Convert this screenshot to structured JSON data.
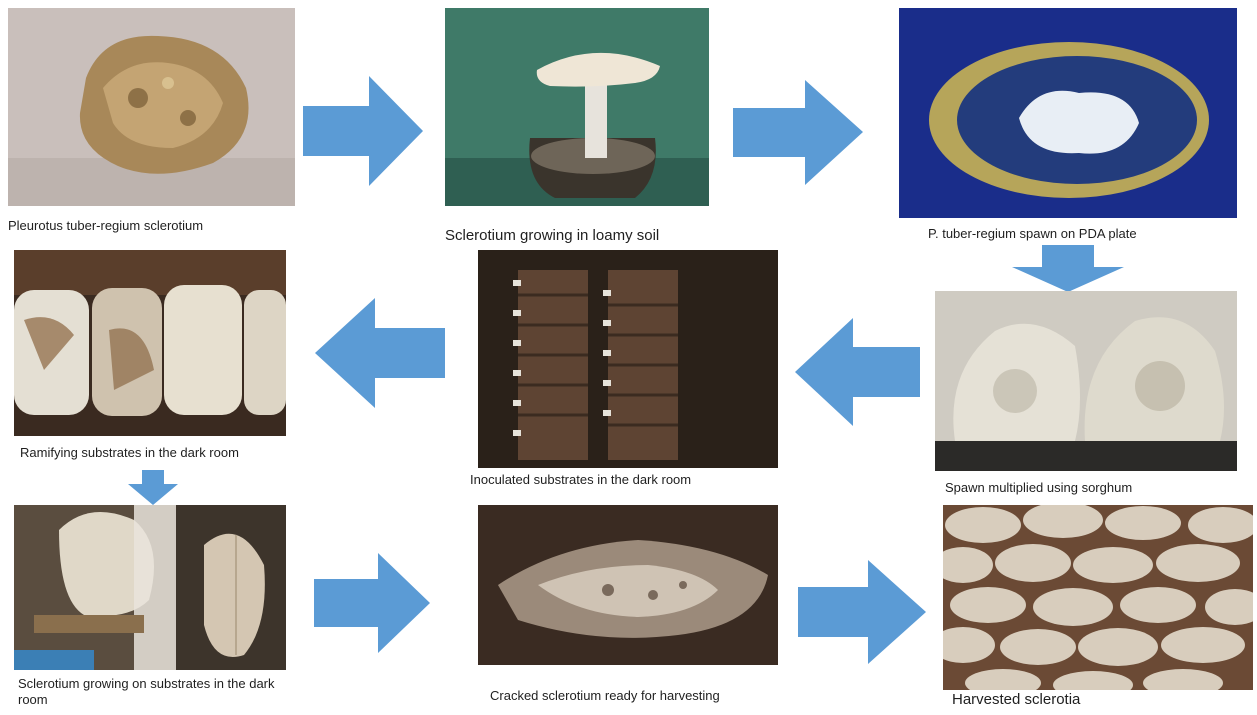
{
  "colors": {
    "arrow": "#5b9bd5"
  },
  "steps": [
    {
      "caption": "Pleurotus tuber-regium sclerotium",
      "image": "sclerotium-photo"
    },
    {
      "caption": "Sclerotium growing in loamy soil",
      "image": "mushroom-in-pot-photo"
    },
    {
      "caption": "P. tuber-regium spawn on PDA plate",
      "image": "pda-plate-photo"
    },
    {
      "caption": "Spawn multiplied using sorghum",
      "image": "sorghum-spawn-bags-photo"
    },
    {
      "caption": "Inoculated substrates in the dark room",
      "image": "inoculated-bags-photo"
    },
    {
      "caption": "Ramifying substrates in the dark room",
      "image": "ramifying-bags-photo"
    },
    {
      "caption_line1": "Sclerotium growing on substrates in the dark",
      "caption_line2": "room",
      "image": "sclerotium-on-substrate-photo"
    },
    {
      "caption": "Cracked sclerotium ready for harvesting",
      "image": "cracked-sclerotium-photo"
    },
    {
      "caption": "Harvested sclerotia",
      "image": "harvested-sclerotia-photo"
    }
  ]
}
